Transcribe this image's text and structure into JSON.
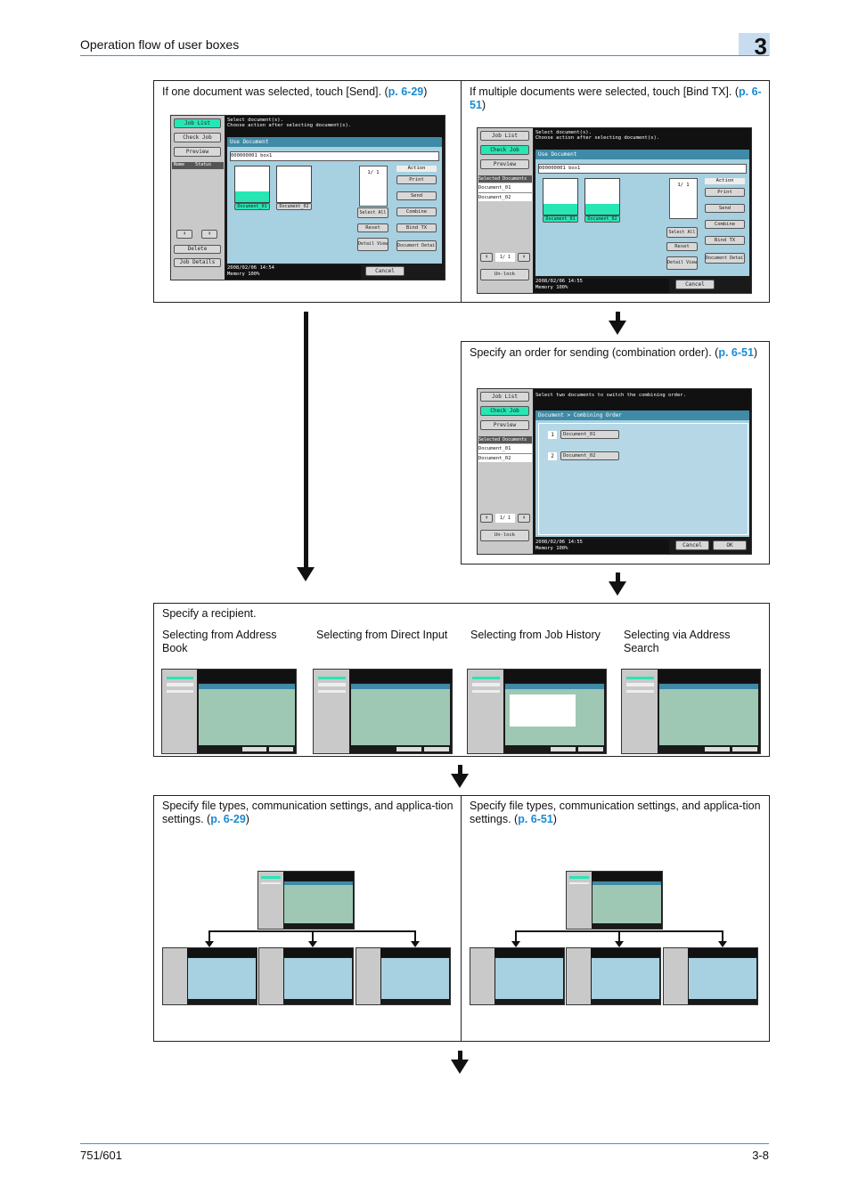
{
  "header": {
    "title": "Operation flow of user boxes",
    "chapter": "3"
  },
  "footer": {
    "model": "751/601",
    "page": "3-8"
  },
  "step1_left": {
    "text_before": "If one document was selected, touch [Send]. (",
    "link": "p. 6-29",
    "text_after": ")"
  },
  "step1_right": {
    "text_before": "If multiple documents were selected, touch [Bind TX]. (",
    "link": "p. 6-51",
    "text_after": ")"
  },
  "step2": {
    "text_before": "Specify an order for sending (combination order). (",
    "link": "p. 6-51",
    "text_after": ")"
  },
  "step3": {
    "title": "Specify a recipient.",
    "options": [
      "Selecting from Address Book",
      "Selecting from Direct Input",
      "Selecting from Job History",
      "Selecting via Address Search"
    ]
  },
  "step4_left": {
    "text_before": "Specify file types, communication settings, and applica-tion settings. (",
    "link": "p. 6-29",
    "text_after": ")"
  },
  "step4_right": {
    "text_before": "Specify file types, communication settings, and applica-tion settings. (",
    "link": "p. 6-51",
    "text_after": ")"
  },
  "screen1": {
    "side_buttons": [
      "Job List",
      "Check Job",
      "Preview"
    ],
    "list_cols": [
      "Name",
      "Status"
    ],
    "delete": "Delete",
    "job_details": "Job Details",
    "message": "Select document(s).\nChoose action after selecting document(s).",
    "panel_title": "Use Document",
    "box_field": "000000001  box1",
    "thumbs": [
      "Document_01",
      "Document_02"
    ],
    "page_count": "1/  1",
    "action_label": "Action",
    "actions": [
      "Print",
      "Send",
      "Combine",
      "Bind TX",
      "Document Details"
    ],
    "mid_buttons": [
      "Select All",
      "Reset",
      "Detail View"
    ],
    "cancel": "Cancel",
    "status_date": "2008/02/06",
    "status_time": "14:54",
    "status_mem": "Memory",
    "status_pct": "100%"
  },
  "screen2": {
    "side_buttons": [
      "Job List",
      "Check Job",
      "Preview"
    ],
    "selected_header": "Selected Documents",
    "selected_items": [
      "Document_01",
      "Document_02"
    ],
    "page_ind": "1/  1",
    "unlock": "Un-lock",
    "message": "Select document(s).\nChoose action after selecting document(s).",
    "panel_title": "Use Document",
    "box_field": "000000001  box1",
    "thumbs": [
      "Document_01",
      "Document_02"
    ],
    "page_count": "1/  1",
    "action_label": "Action",
    "actions": [
      "Print",
      "Send",
      "Combine",
      "Bind TX",
      "Document Details"
    ],
    "mid_buttons": [
      "Select All",
      "Reset",
      "Detail View"
    ],
    "cancel": "Cancel",
    "status_date": "2008/02/06",
    "status_time": "14:55",
    "status_mem": "Memory",
    "status_pct": "100%"
  },
  "screen3": {
    "side_buttons": [
      "Job List",
      "Check Job",
      "Preview"
    ],
    "selected_header": "Selected Documents",
    "selected_items": [
      "Document_01",
      "Document_02"
    ],
    "page_ind": "1/  1",
    "unlock": "Un-lock",
    "message": "Select two documents to switch the combining order.",
    "panel_title": "Document > Combining Order",
    "order": [
      {
        "n": "1",
        "name": "Document_01"
      },
      {
        "n": "2",
        "name": "Document_02"
      }
    ],
    "cancel": "Cancel",
    "ok": "OK",
    "status_date": "2008/02/06",
    "status_time": "14:55",
    "status_mem": "Memory",
    "status_pct": "100%"
  }
}
